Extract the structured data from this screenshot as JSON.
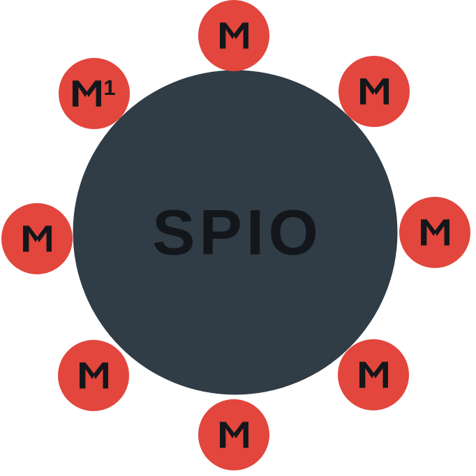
{
  "diagram": {
    "type": "hub-and-spoke",
    "core": {
      "label": "SPIO"
    },
    "satellites": [
      {
        "position": "top",
        "label": "M",
        "superscript": ""
      },
      {
        "position": "top-right",
        "label": "M",
        "superscript": ""
      },
      {
        "position": "right",
        "label": "M",
        "superscript": ""
      },
      {
        "position": "bottom-right",
        "label": "M",
        "superscript": ""
      },
      {
        "position": "bottom",
        "label": "M",
        "superscript": ""
      },
      {
        "position": "bottom-left",
        "label": "M",
        "superscript": ""
      },
      {
        "position": "left",
        "label": "M",
        "superscript": ""
      },
      {
        "position": "top-left",
        "label": "M",
        "superscript": "1"
      }
    ],
    "colors": {
      "core-fill": "#303c46",
      "satellite-fill": "#e2463c",
      "glyph": "#13171b",
      "background": "#ffffff"
    }
  }
}
